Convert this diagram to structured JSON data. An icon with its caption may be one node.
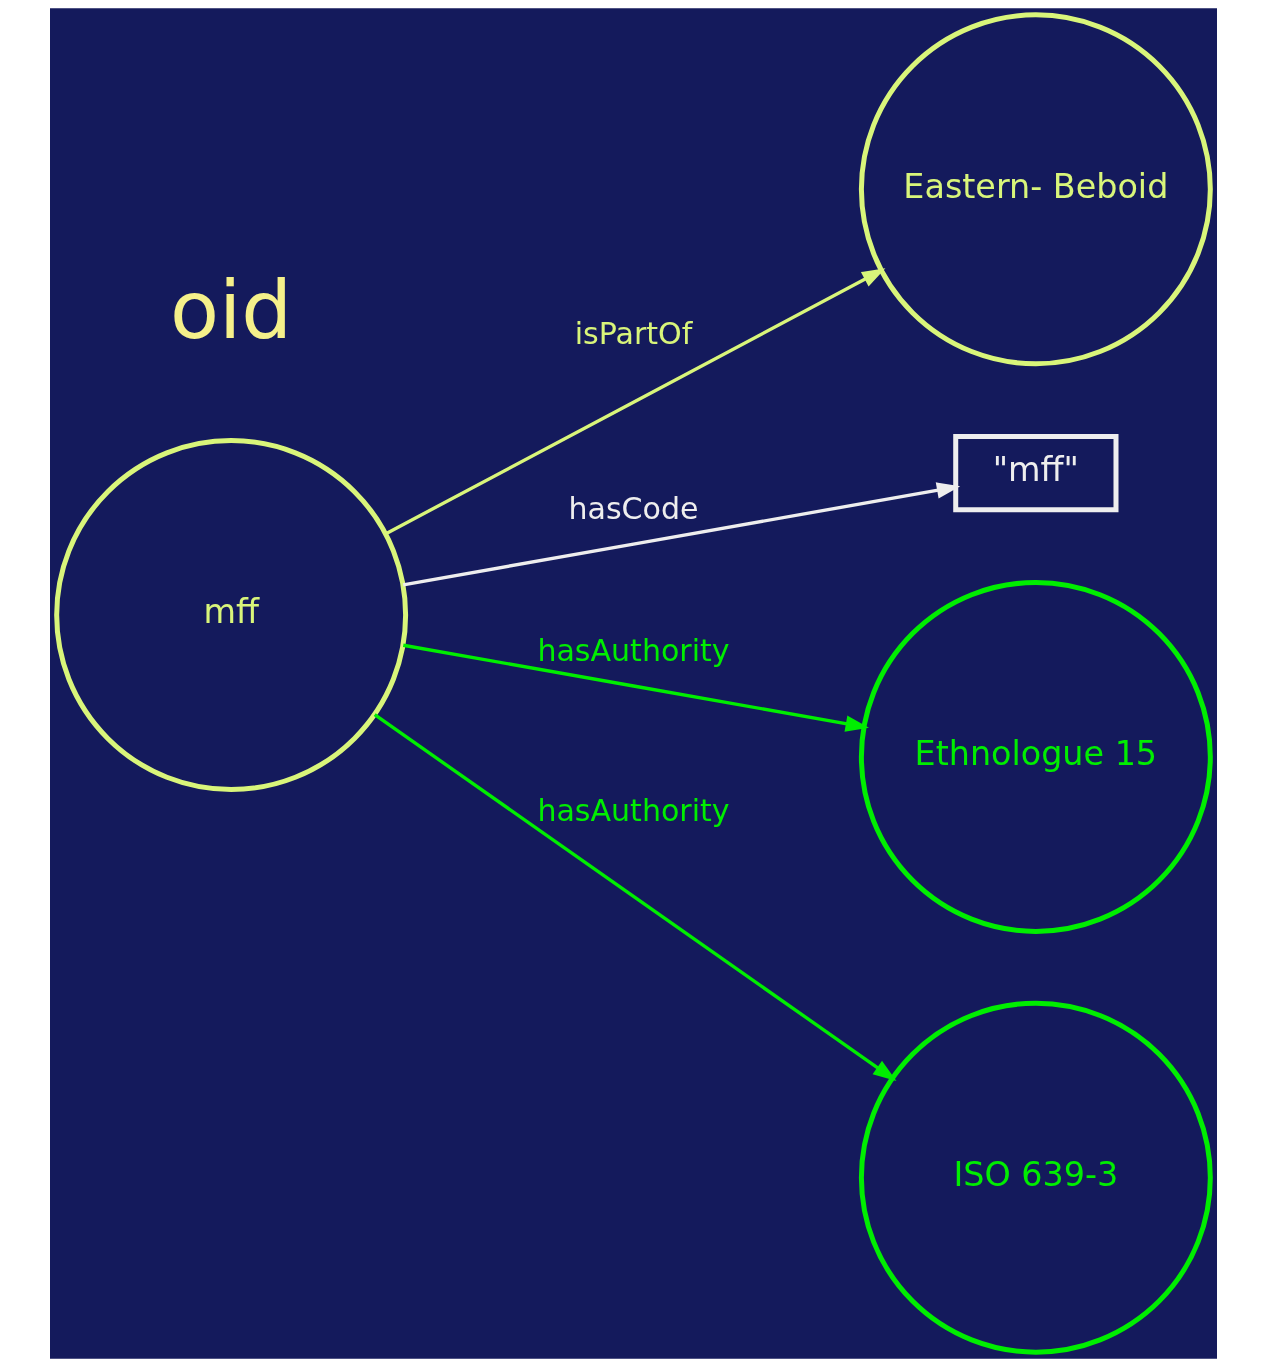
{
  "diagram": {
    "nodes": [
      {
        "text": [
          "mff"
        ]
      },
      {
        "text": [
          "Eastern- Beboid"
        ]
      },
      {
        "text": [
          "\"mff\""
        ]
      },
      {
        "text": [
          "Ethnologue 15"
        ]
      },
      {
        "text": [
          "ISO 639-3"
        ]
      }
    ],
    "edges": [
      {
        "from": 0,
        "to": 1,
        "arrow": "to",
        "label": "isPartOf",
        "color": "#d9f57a"
      },
      {
        "from": 0,
        "to": 2,
        "arrow": "to",
        "label": "hasCode",
        "color": "#eeeeee"
      },
      {
        "from": 0,
        "to": 3,
        "arrow": "to",
        "label": "hasAuthority"
      },
      {
        "from": 0,
        "to": 4,
        "arrow": "to",
        "label": "hasAuthority"
      }
    ],
    "labels": [
      "oid"
    ]
  }
}
